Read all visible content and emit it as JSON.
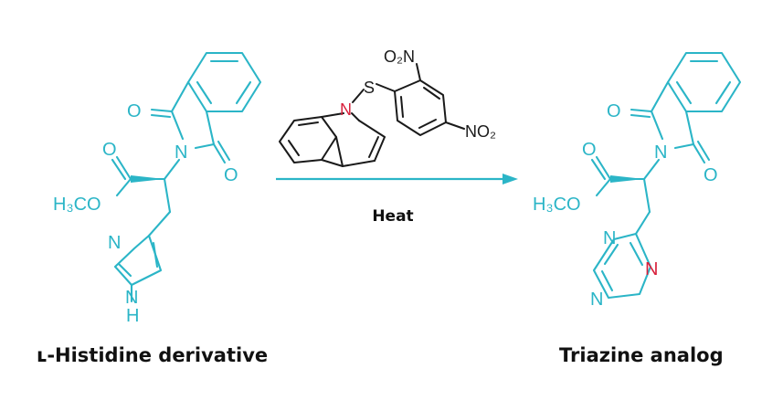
{
  "colors": {
    "product_structure": "#2bb5c7",
    "reagent": "#1a1a1a",
    "highlight_nitrogen": "#d8203c",
    "arrow": "#2bb5c7"
  },
  "reactant": {
    "name": "ʟ-Histidine derivative",
    "atoms": {
      "carbonyl_o1": "O",
      "carbonyl_o2": "O",
      "imide_n": "N",
      "ester_o": "O",
      "ester_me": "H₃CO",
      "im_n1": "N",
      "im_nh": "N",
      "im_h": "H"
    }
  },
  "reagent": {
    "atoms": {
      "bridge_n": "N",
      "s": "S",
      "no2_top": "O₂N",
      "no2_right": "NO₂"
    }
  },
  "conditions": {
    "label": "Heat"
  },
  "product": {
    "name": "Triazine analog",
    "atoms": {
      "carbonyl_o1": "O",
      "carbonyl_o2": "O",
      "imide_n": "N",
      "ester_o": "O",
      "ester_me": "H₃CO",
      "tz_n1": "N",
      "tz_n2": "N",
      "tz_n3": "N"
    }
  }
}
